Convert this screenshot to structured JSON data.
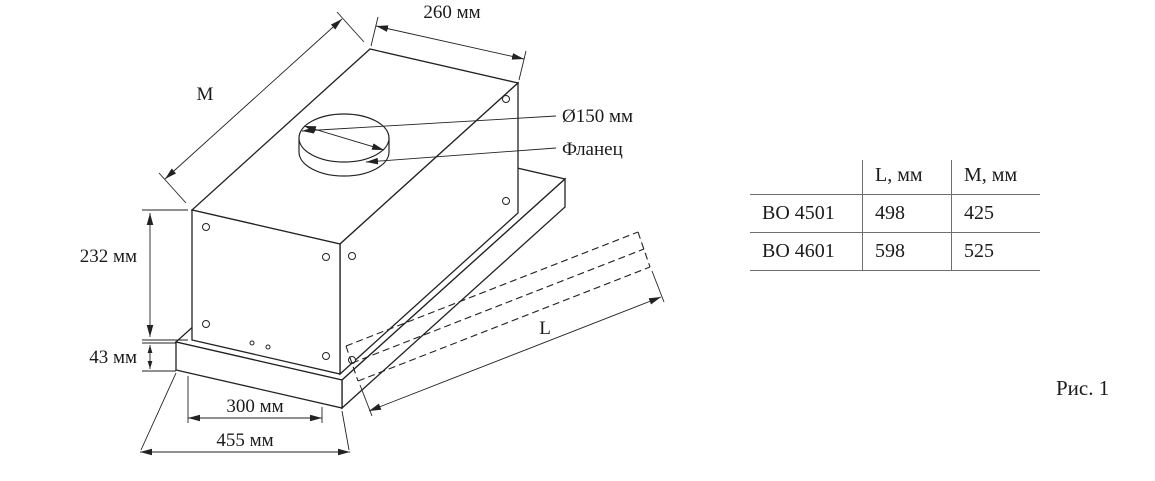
{
  "figure": {
    "caption": "Рис. 1",
    "labels": {
      "top_width": "260 мм",
      "depth_m": "M",
      "flange_diameter": "Ø150 мм",
      "flange": "Фланец",
      "body_height": "232 мм",
      "visor_height": "43 мм",
      "inner_depth": "300 мм",
      "total_depth": "455 мм",
      "visor_length": "L"
    }
  },
  "table": {
    "columns": [
      "",
      "L, мм",
      "M, мм"
    ],
    "rows": [
      [
        "ВО 4501",
        "498",
        "425"
      ],
      [
        "ВО 4601",
        "598",
        "525"
      ]
    ]
  }
}
